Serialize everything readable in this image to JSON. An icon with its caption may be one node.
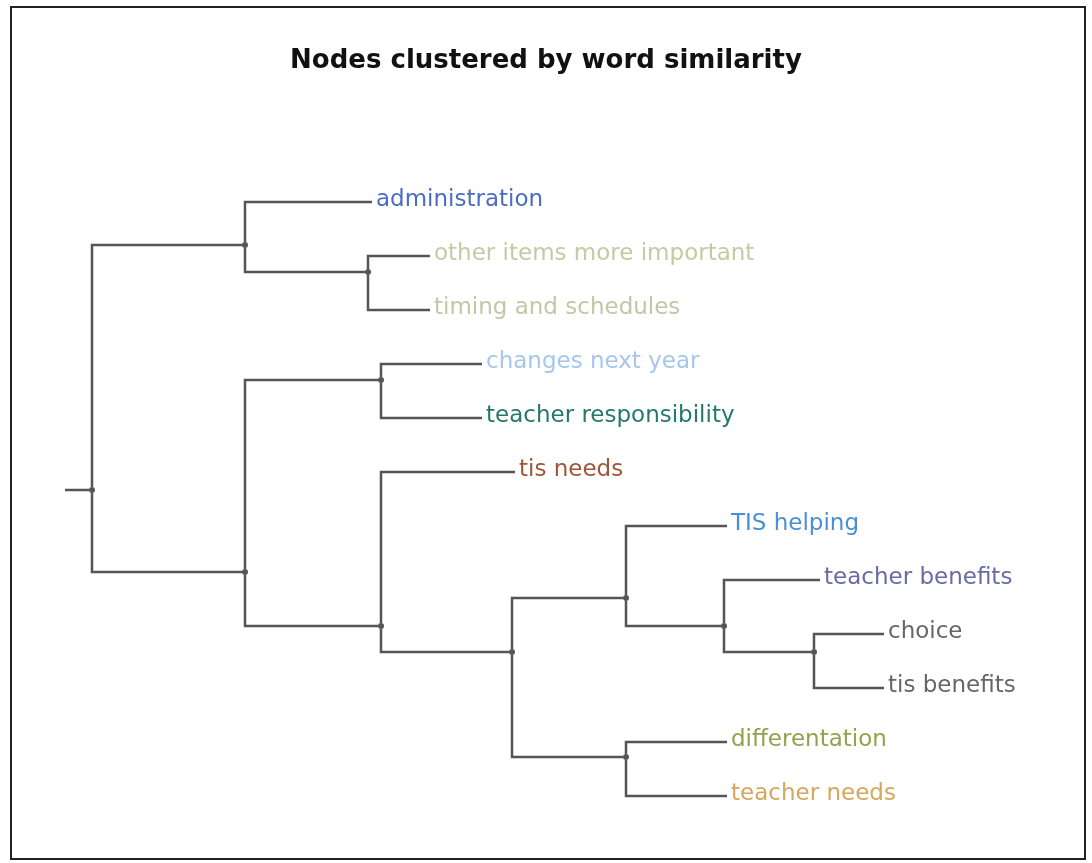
{
  "diagram": {
    "title": "Nodes clustered by word similarity",
    "nodes": [
      {
        "text": [
          "administration"
        ]
      },
      {
        "text": [
          "other items more important"
        ]
      },
      {
        "text": [
          "timing and schedules"
        ]
      },
      {
        "text": [
          "changes next year"
        ]
      },
      {
        "text": [
          "teacher responsibility"
        ]
      },
      {
        "text": [
          "tis needs"
        ]
      },
      {
        "text": [
          "TIS helping"
        ]
      },
      {
        "text": [
          "teacher benefits"
        ]
      },
      {
        "text": [
          "choice"
        ]
      },
      {
        "text": [
          "tis benefits"
        ]
      },
      {
        "text": [
          "differentation"
        ]
      },
      {
        "text": [
          "teacher needs"
        ]
      },
      {
        "text": [],
        "shape": "dot"
      },
      {
        "text": [],
        "shape": "dot"
      },
      {
        "text": [],
        "shape": "dot"
      },
      {
        "text": [],
        "shape": "dot"
      },
      {
        "text": [],
        "shape": "dot"
      },
      {
        "text": [],
        "shape": "dot"
      },
      {
        "text": [],
        "shape": "dot"
      },
      {
        "text": [],
        "shape": "dot"
      },
      {
        "text": [],
        "shape": "dot"
      },
      {
        "text": [],
        "shape": "dot"
      },
      {
        "text": [],
        "shape": "dot"
      }
    ],
    "edges": [
      {
        "from": null,
        "to": 12,
        "arrow": "none"
      },
      {
        "from": 12,
        "to": 13,
        "arrow": "none"
      },
      {
        "from": 12,
        "to": 15,
        "arrow": "none"
      },
      {
        "from": 13,
        "to": 0,
        "arrow": "none"
      },
      {
        "from": 13,
        "to": 14,
        "arrow": "none"
      },
      {
        "from": 14,
        "to": 1,
        "arrow": "none"
      },
      {
        "from": 14,
        "to": 2,
        "arrow": "none"
      },
      {
        "from": 15,
        "to": 16,
        "arrow": "none"
      },
      {
        "from": 15,
        "to": 17,
        "arrow": "none"
      },
      {
        "from": 16,
        "to": 3,
        "arrow": "none"
      },
      {
        "from": 16,
        "to": 4,
        "arrow": "none"
      },
      {
        "from": 17,
        "to": 5,
        "arrow": "none"
      },
      {
        "from": 17,
        "to": 18,
        "arrow": "none"
      },
      {
        "from": 18,
        "to": 19,
        "arrow": "none"
      },
      {
        "from": 18,
        "to": 22,
        "arrow": "none"
      },
      {
        "from": 19,
        "to": 6,
        "arrow": "none"
      },
      {
        "from": 19,
        "to": 20,
        "arrow": "none"
      },
      {
        "from": 20,
        "to": 7,
        "arrow": "none"
      },
      {
        "from": 20,
        "to": 21,
        "arrow": "none"
      },
      {
        "from": 21,
        "to": 8,
        "arrow": "none"
      },
      {
        "from": 21,
        "to": 9,
        "arrow": "none"
      },
      {
        "from": 22,
        "to": 10,
        "arrow": "none"
      },
      {
        "from": 22,
        "to": 11,
        "arrow": "none"
      }
    ]
  }
}
